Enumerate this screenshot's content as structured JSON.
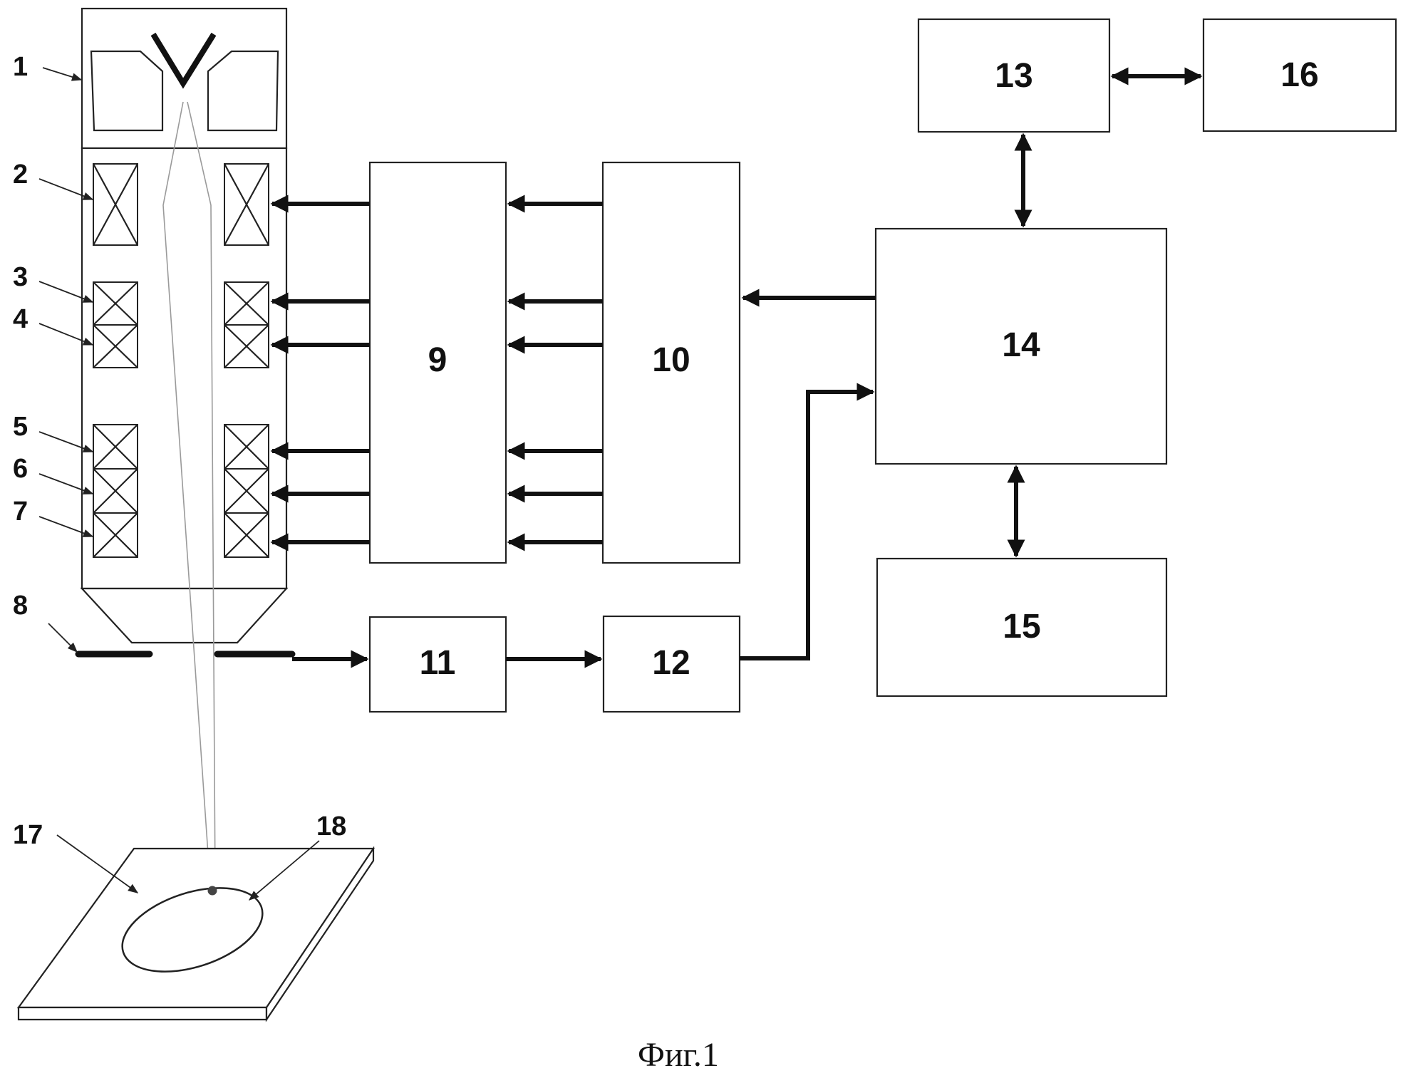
{
  "labels": {
    "l1": "1",
    "l2": "2",
    "l3": "3",
    "l4": "4",
    "l5": "5",
    "l6": "6",
    "l7": "7",
    "l8": "8",
    "l17": "17",
    "l18": "18"
  },
  "blocks": {
    "b9": "9",
    "b10": "10",
    "b11": "11",
    "b12": "12",
    "b13": "13",
    "b14": "14",
    "b15": "15",
    "b16": "16"
  },
  "caption": "Фиг.1"
}
